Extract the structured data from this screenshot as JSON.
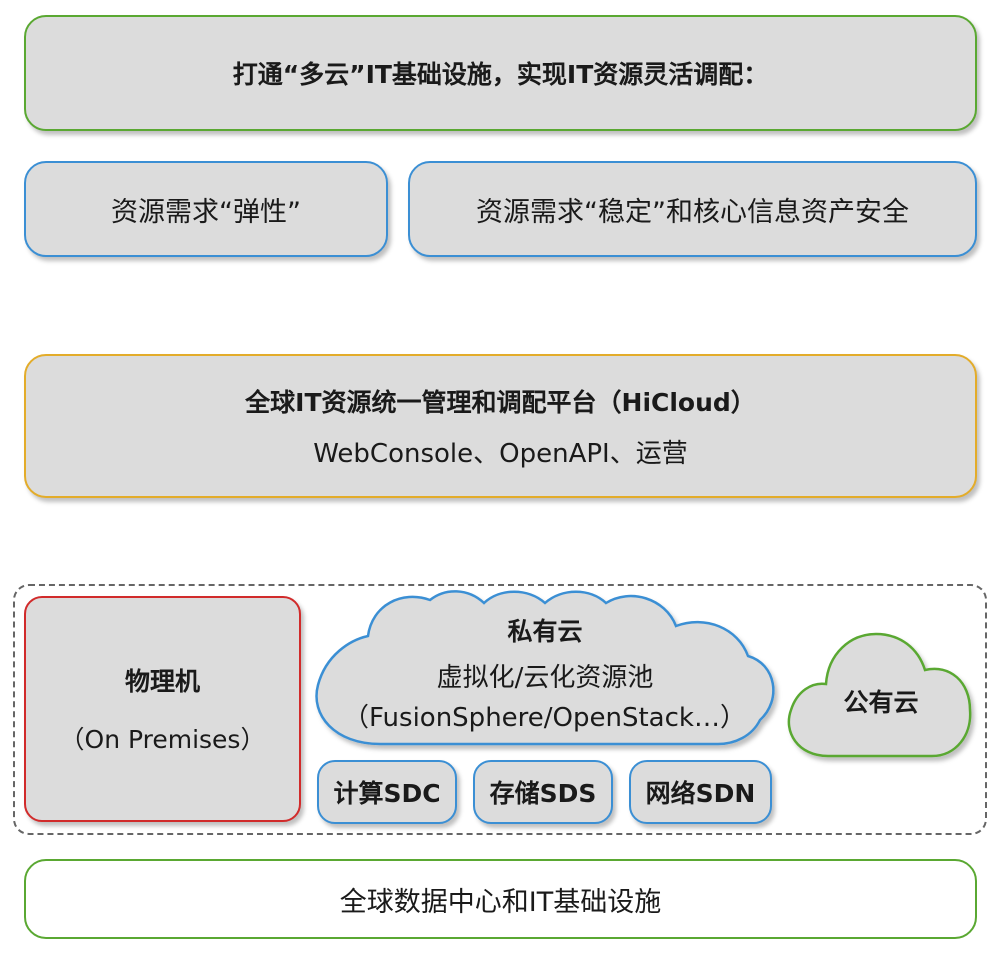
{
  "top": {
    "title": "打通“多云”IT基础设施，实现IT资源灵活调配："
  },
  "requirements": {
    "elastic": "资源需求“弹性”",
    "stable": "资源需求“稳定”和核心信息资产安全"
  },
  "platform": {
    "title": "全球IT资源统一管理和调配平台（HiCloud）",
    "subtitle": "WebConsole、OpenAPI、运营"
  },
  "physical": {
    "title": "物理机",
    "subtitle": "（On Premises）"
  },
  "private_cloud": {
    "title": "私有云",
    "pool": "虚拟化/云化资源池",
    "stack": "（FusionSphere/OpenStack…）"
  },
  "public_cloud": {
    "label": "公有云"
  },
  "modules": {
    "compute": "计算SDC",
    "storage": "存储SDS",
    "network": "网络SDN"
  },
  "foundation": {
    "label": "全球数据中心和IT基础设施"
  },
  "colors": {
    "green": "#5aa832",
    "blue": "#3b8fd4",
    "gold": "#e3ac2a",
    "red": "#d12b2b",
    "fill": "#dcdcdc"
  }
}
